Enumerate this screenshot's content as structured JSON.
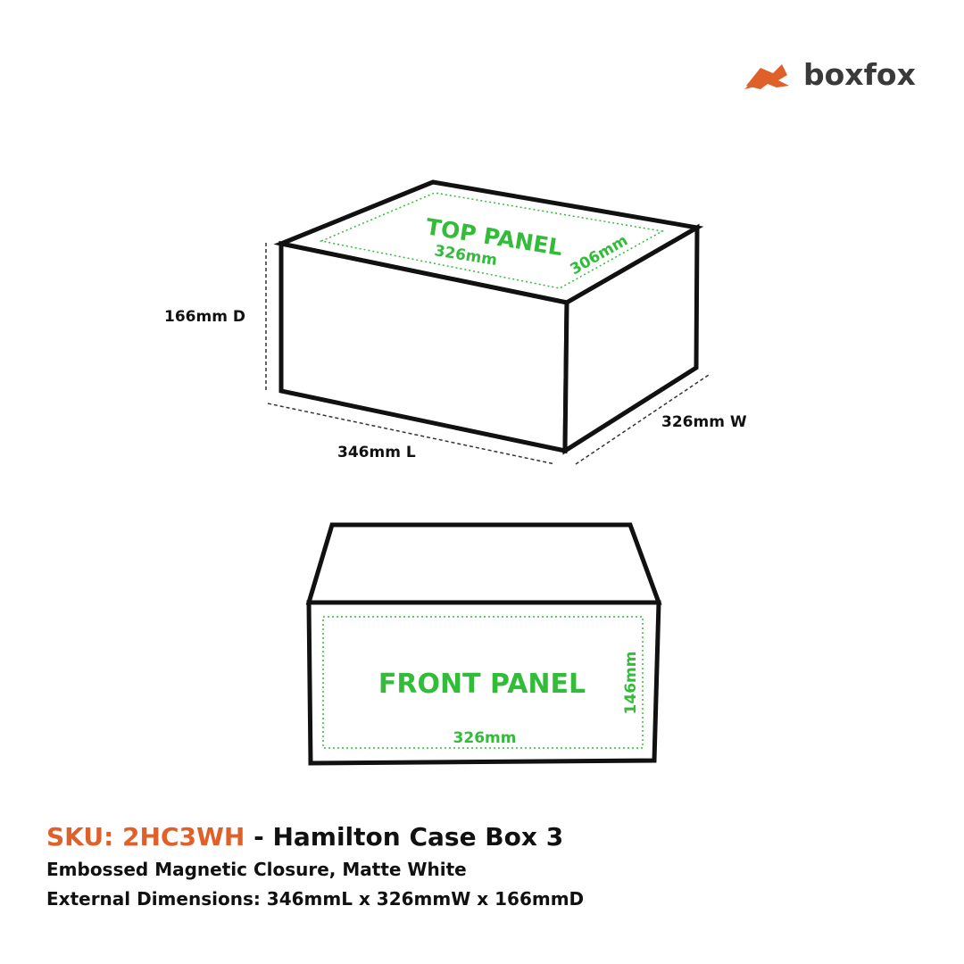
{
  "brand": {
    "name": "boxfox",
    "logo_icon": "fox-icon",
    "accent_color": "#E0602A",
    "text_color": "#3a3a3a"
  },
  "colors": {
    "outline": "#111111",
    "panel_label": "#33BB3A",
    "sku": "#E0602A"
  },
  "isometric_view": {
    "top_panel_label": "TOP PANEL",
    "top_panel_width": "326mm",
    "top_panel_depth": "306mm",
    "depth_dimension": "166mm D",
    "length_dimension": "346mm L",
    "width_dimension": "326mm W"
  },
  "front_view": {
    "front_panel_label": "FRONT PANEL",
    "front_panel_width": "326mm",
    "front_panel_height": "146mm"
  },
  "product": {
    "sku": "SKU: 2HC3WH",
    "separator": " - ",
    "name": "Hamilton Case Box 3",
    "closure": "Embossed Magnetic Closure, Matte White",
    "dimensions": "External Dimensions: 346mmL x 326mmW x 166mmD"
  }
}
